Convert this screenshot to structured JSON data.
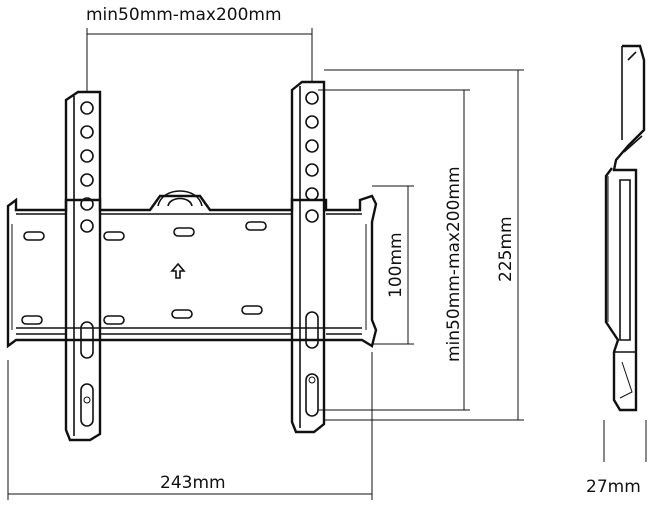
{
  "dimensions": {
    "top_width": "min50mm-max200mm",
    "bracket_height": "100mm",
    "vertical_spacing": "min50mm-max200mm",
    "total_height": "225mm",
    "total_width": "243mm",
    "depth": "27mm"
  }
}
